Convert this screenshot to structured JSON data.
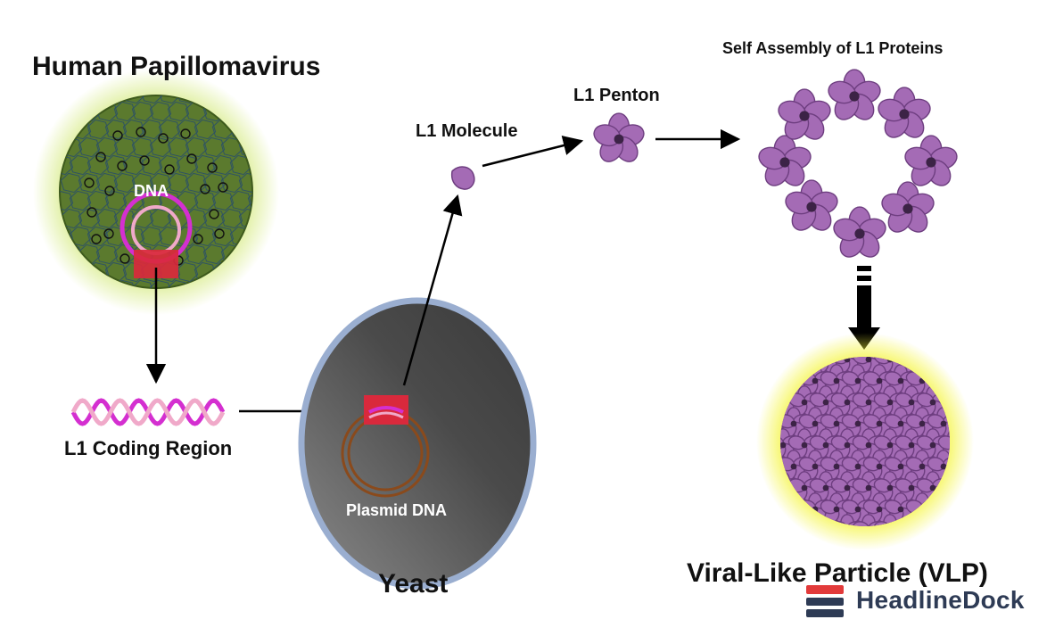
{
  "labels": {
    "hpv_title": "Human Papillomavirus",
    "dna": "DNA",
    "l1_coding_region": "L1 Coding Region",
    "plasmid_dna": "Plasmid DNA",
    "yeast": "Yeast",
    "l1_molecule": "L1 Molecule",
    "l1_penton": "L1 Penton",
    "self_assembly": "Self Assembly of L1 Proteins",
    "vlp": "Viral-Like Particle (VLP)"
  },
  "brand": {
    "name": "HeadlineDock",
    "text_color": "#2e3b55",
    "accent_color": "#e23a3a"
  },
  "colors": {
    "virus_fill": "#5b7a2e",
    "virus_glow": "#d9ec8c",
    "yeast_fill": "#4a4a4a",
    "yeast_rim": "#9aaed0",
    "protein_fill": "#a46bb5",
    "protein_stroke": "#6e3e80",
    "protein_core": "#3c2346",
    "vlp_glow": "#f4f43a",
    "coding_region_box": "#d9293c",
    "dna_magenta": "#d42fd0",
    "dna_pink": "#f0a9c9",
    "plasmid_brown": "#8a4a1c"
  }
}
